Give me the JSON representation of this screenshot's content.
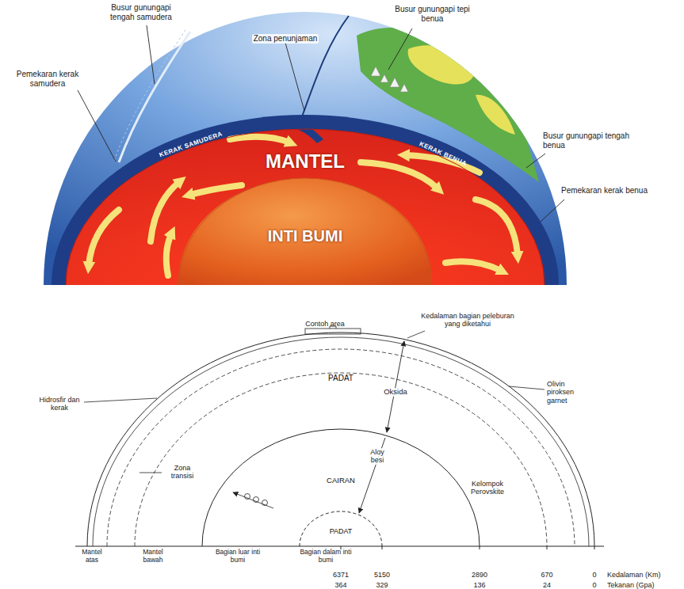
{
  "diagram": {
    "nodes": [
      {
        "text": [
          "MANTEL"
        ]
      },
      {
        "text": [
          "INTI BUMI"
        ],
        "in": 0
      },
      {
        "text": [
          "PADAT"
        ]
      },
      {
        "text": [
          "CAIRAN"
        ],
        "in": 2
      },
      {
        "text": [
          "PADAT"
        ],
        "in": 3
      }
    ],
    "labels": [
      "Busur gunungapi tengah samudera",
      "Busur gunungapi tepi benua",
      "Zona penunjaman",
      "Pemekaran kerak samudera",
      "KERAK SAMUDERA",
      "KERAK BENUA",
      "Busur gunungapi tengah benua",
      "Pemekaran kerak benua",
      "Contoh area",
      "Kedalaman bagian peleburan yang diketahui",
      "Oksida",
      "Aloy besi",
      "Hidrosfir dan kerak",
      "Zona transisi",
      "Olivin piroksen garnet",
      "Kelompok Perovskite",
      "Mantel atas",
      "Mantel bawah",
      "Bagian luar inti bumi",
      "Bagian dalam inti bumi",
      "6371",
      "5150",
      "2890",
      "670",
      "0",
      "Kedalaman (Km)",
      "364",
      "329",
      "136",
      "24",
      "0",
      "Tekanan (Gpa)"
    ]
  }
}
